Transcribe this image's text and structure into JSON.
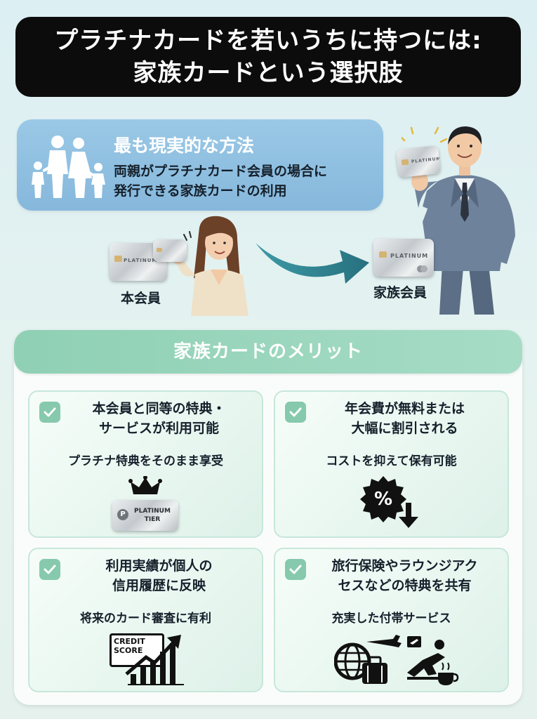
{
  "title": {
    "line1": "プラチナカードを若いうちに持つには:",
    "line2": "家族カードという選択肢"
  },
  "hero": {
    "heading": "最も現実的な方法",
    "text_line1": "両親がプラチナカード会員の場合に",
    "text_line2": "発行できる家族カードの利用"
  },
  "roles": {
    "primary": "本会員",
    "family": "家族会員"
  },
  "card_text": {
    "platinum": "PLATINUM",
    "platinum_short": "PLATINUM"
  },
  "benefits": {
    "heading": "家族カードのメリット",
    "items": [
      {
        "head_line1": "本会員と同等の特典・",
        "head_line2": "サービスが利用可能",
        "sub": "プラチナ特典をそのまま享受",
        "icon": "crown-platinum-tier-icon",
        "badge_line1": "PLATINUM",
        "badge_line2": "TIER"
      },
      {
        "head_line1": "年会費が無料または",
        "head_line2": "大幅に割引される",
        "sub": "コストを抑えて保有可能",
        "icon": "discount-down-arrow-icon",
        "badge_symbol": "%"
      },
      {
        "head_line1": "利用実績が個人の",
        "head_line2": "信用履歴に反映",
        "sub": "将来のカード審査に有利",
        "icon": "credit-score-growth-icon",
        "badge_line1": "CREDIT",
        "badge_line2": "SCORE"
      },
      {
        "head_line1": "旅行保険やラウンジアク",
        "head_line2": "セスなどの特典を共有",
        "sub": "充実した付帯サービス",
        "icon": "travel-lounge-icon"
      }
    ]
  },
  "colors": {
    "title_bg": "#0c0c0c",
    "hero_bg": "#8fbfe1",
    "benefit_header": "#9ad6bd",
    "check": "#86c9ad",
    "arrow": "#2f7f8f"
  }
}
